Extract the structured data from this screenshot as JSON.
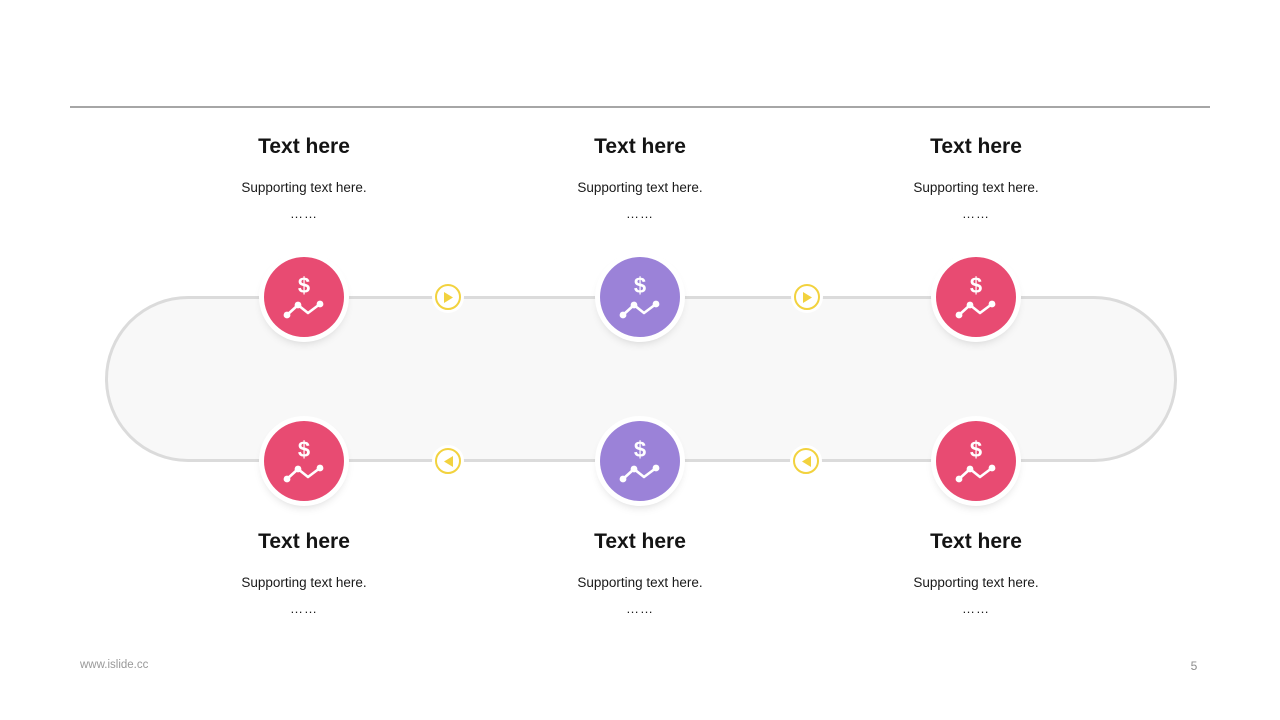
{
  "slide": {
    "footer_url": "www.islide.cc",
    "page_number": "5"
  },
  "colors": {
    "pink": "#e84b72",
    "purple": "#9b82d8",
    "yellow": "#f2d23e",
    "track_fill": "#f8f8f8",
    "track_border": "#dbdbdb",
    "divider": "#a6a6a6",
    "footer_text": "#999999"
  },
  "icon": {
    "dollar_glyph": "$"
  },
  "items": [
    {
      "id": "top-1",
      "title": "Text here",
      "supporting": "Supporting text here.",
      "ellipsis": "……",
      "node_color": "pink"
    },
    {
      "id": "top-2",
      "title": "Text here",
      "supporting": "Supporting text here.",
      "ellipsis": "……",
      "node_color": "purple"
    },
    {
      "id": "top-3",
      "title": "Text here",
      "supporting": "Supporting text here.",
      "ellipsis": "……",
      "node_color": "pink"
    },
    {
      "id": "bottom-1",
      "title": "Text here",
      "supporting": "Supporting text here.",
      "ellipsis": "……",
      "node_color": "pink"
    },
    {
      "id": "bottom-2",
      "title": "Text here",
      "supporting": "Supporting text here.",
      "ellipsis": "……",
      "node_color": "purple"
    },
    {
      "id": "bottom-3",
      "title": "Text here",
      "supporting": "Supporting text here.",
      "ellipsis": "……",
      "node_color": "pink"
    }
  ],
  "arrows": [
    {
      "position": "top-left",
      "direction": "right"
    },
    {
      "position": "top-right",
      "direction": "right"
    },
    {
      "position": "bottom-left",
      "direction": "left"
    },
    {
      "position": "bottom-right",
      "direction": "left"
    }
  ]
}
